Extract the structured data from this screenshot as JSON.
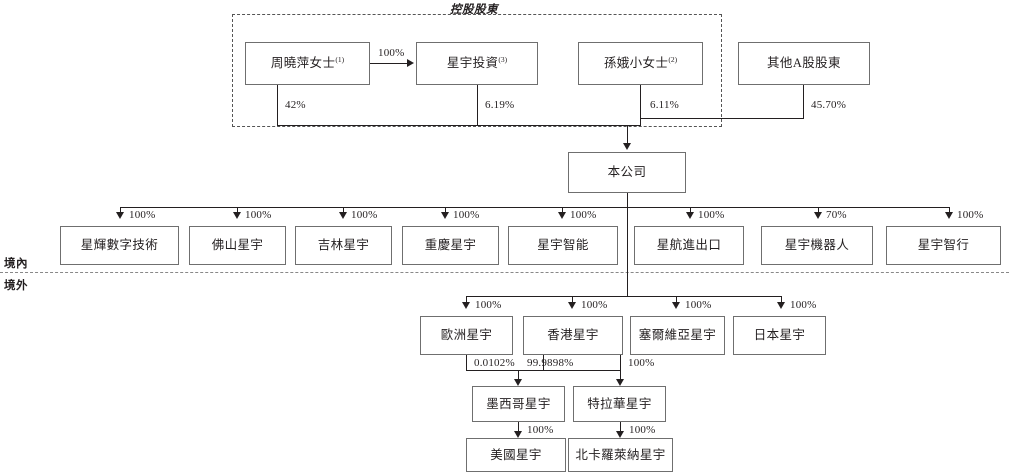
{
  "diagram": {
    "title_group": "控股股東",
    "region_domestic": "境內",
    "region_overseas": "境外"
  },
  "nodes": {
    "zhou": {
      "label": "周曉萍女士",
      "sup": "(1)"
    },
    "xingyu_invest": {
      "label": "星宇投資",
      "sup": "(3)"
    },
    "sun": {
      "label": "孫娥小女士",
      "sup": "(2)"
    },
    "other_a": {
      "label": "其他A股股東",
      "sup": ""
    },
    "company": {
      "label": "本公司",
      "sup": ""
    },
    "xinghui": {
      "label": "星輝數字技術",
      "sup": ""
    },
    "foshan": {
      "label": "佛山星宇",
      "sup": ""
    },
    "jilin": {
      "label": "吉林星宇",
      "sup": ""
    },
    "chongqing": {
      "label": "重慶星宇",
      "sup": ""
    },
    "zhineng": {
      "label": "星宇智能",
      "sup": ""
    },
    "xinghang": {
      "label": "星航進出口",
      "sup": ""
    },
    "robot": {
      "label": "星宇機器人",
      "sup": ""
    },
    "zhixing": {
      "label": "星宇智行",
      "sup": ""
    },
    "europe": {
      "label": "歐洲星宇",
      "sup": ""
    },
    "hongkong": {
      "label": "香港星宇",
      "sup": ""
    },
    "serbia": {
      "label": "塞爾維亞星宇",
      "sup": ""
    },
    "japan": {
      "label": "日本星宇",
      "sup": ""
    },
    "mexico": {
      "label": "墨西哥星宇",
      "sup": ""
    },
    "delaware": {
      "label": "特拉華星宇",
      "sup": ""
    },
    "usa": {
      "label": "美國星宇",
      "sup": ""
    },
    "northcarolina": {
      "label": "北卡羅萊納星宇",
      "sup": ""
    }
  },
  "percentages": {
    "zhou_to_invest": "100%",
    "zhou_to_company": "42%",
    "invest_to_company": "6.19%",
    "sun_to_company": "6.11%",
    "other_a_to_company": "45.70%",
    "company_to_xinghui": "100%",
    "company_to_foshan": "100%",
    "company_to_jilin": "100%",
    "company_to_chongqing": "100%",
    "company_to_zhineng": "100%",
    "company_to_xinghang": "100%",
    "company_to_robot": "70%",
    "company_to_zhixing": "100%",
    "company_to_europe": "100%",
    "company_to_hongkong": "100%",
    "company_to_serbia": "100%",
    "company_to_japan": "100%",
    "europe_to_mexico": "0.0102%",
    "hongkong_to_mexico": "99.9898%",
    "hongkong_to_delaware": "100%",
    "mexico_to_usa": "100%",
    "delaware_to_northcarolina": "100%"
  },
  "colors": {
    "line": "#231f20",
    "box_border": "#6f6f6f",
    "dashed": "#555555",
    "background": "#ffffff"
  }
}
